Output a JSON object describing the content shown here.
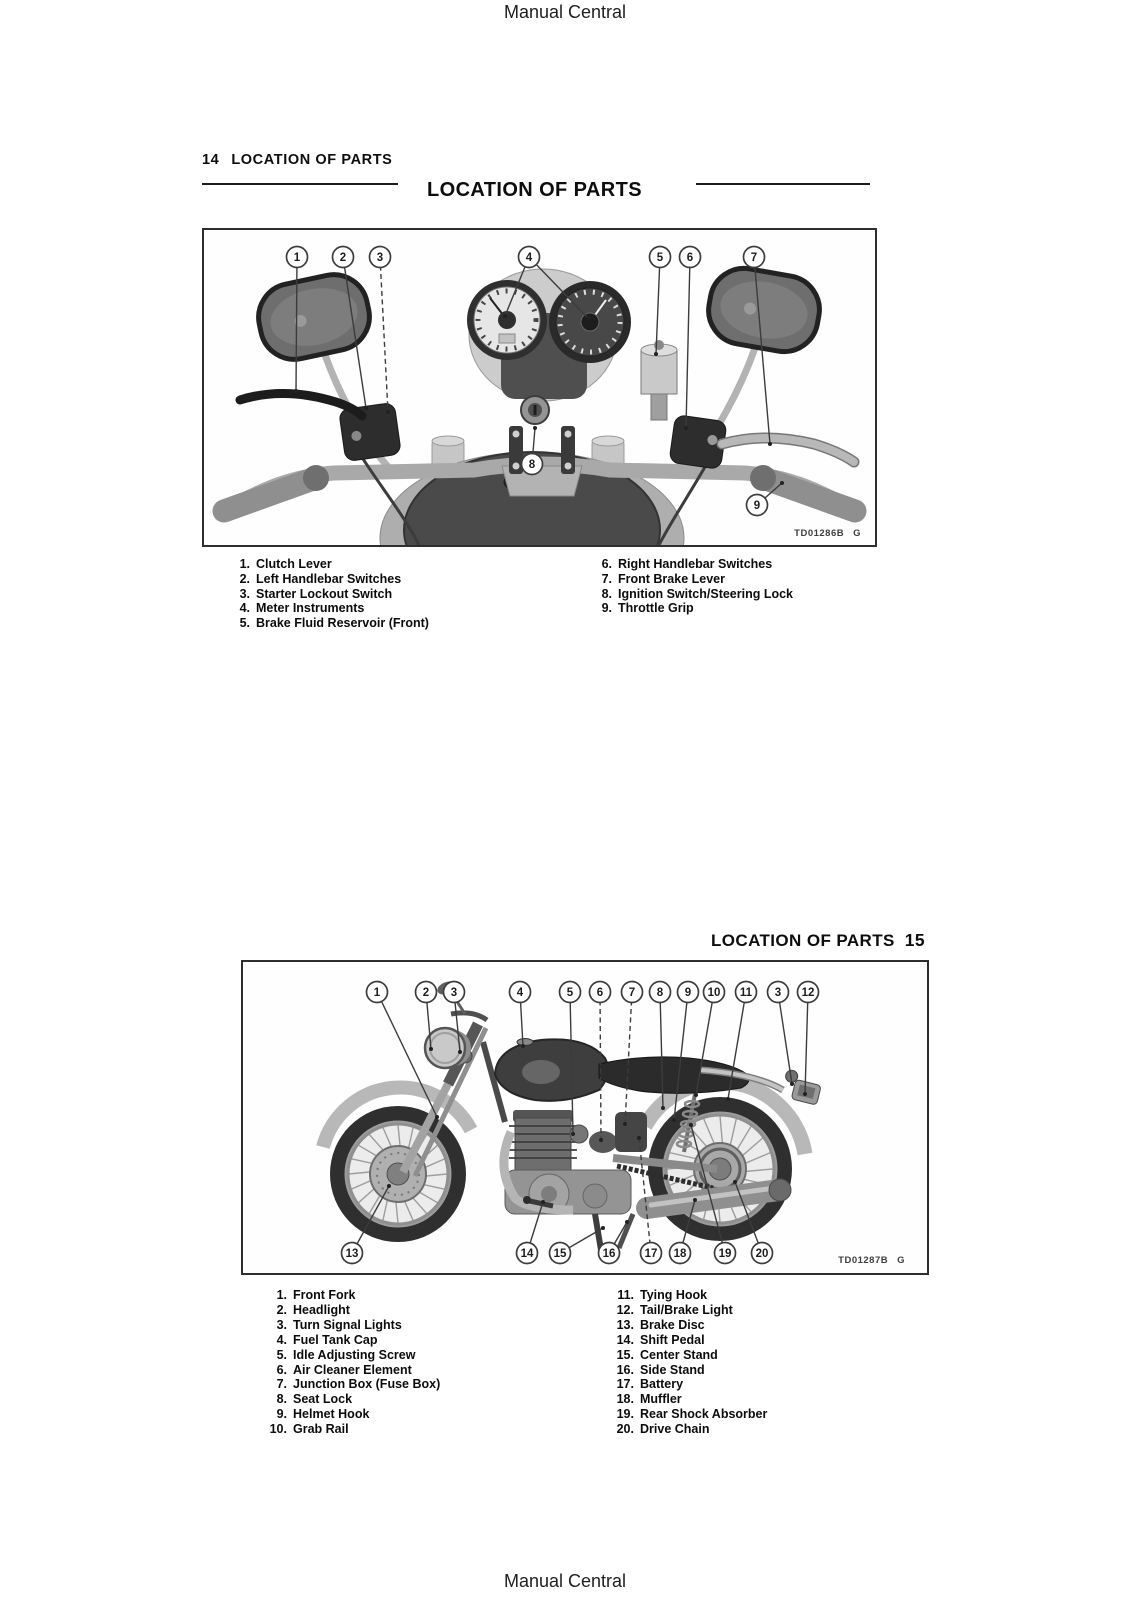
{
  "branding": {
    "header_text": "Manual Central",
    "footer_text": "Manual Central"
  },
  "page14": {
    "page_number": "14",
    "running_header": "LOCATION OF PARTS",
    "section_title": "LOCATION OF PARTS",
    "figure": {
      "code": "TD01286B",
      "code_suffix": "G",
      "callouts": [
        "1",
        "2",
        "3",
        "4",
        "5",
        "6",
        "7",
        "8",
        "9"
      ]
    },
    "parts_left": [
      {
        "num": "1.",
        "label": "Clutch Lever"
      },
      {
        "num": "2.",
        "label": "Left Handlebar Switches"
      },
      {
        "num": "3.",
        "label": "Starter Lockout Switch"
      },
      {
        "num": "4.",
        "label": "Meter Instruments"
      },
      {
        "num": "5.",
        "label": "Brake Fluid Reservoir (Front)"
      }
    ],
    "parts_right": [
      {
        "num": "6.",
        "label": "Right Handlebar Switches"
      },
      {
        "num": "7.",
        "label": "Front Brake Lever"
      },
      {
        "num": "8.",
        "label": "Ignition Switch/Steering Lock"
      },
      {
        "num": "9.",
        "label": "Throttle Grip"
      }
    ]
  },
  "page15": {
    "page_number": "15",
    "running_header": "LOCATION OF PARTS",
    "figure": {
      "code": "TD01287B",
      "code_suffix": "G",
      "callouts_top": [
        "1",
        "2",
        "3",
        "4",
        "5",
        "6",
        "7",
        "8",
        "9",
        "10",
        "11",
        "3",
        "12"
      ],
      "callouts_bottom": [
        "13",
        "14",
        "15",
        "16",
        "17",
        "18",
        "19",
        "20"
      ]
    },
    "parts_left": [
      {
        "num": "1.",
        "label": "Front Fork"
      },
      {
        "num": "2.",
        "label": "Headlight"
      },
      {
        "num": "3.",
        "label": "Turn Signal Lights"
      },
      {
        "num": "4.",
        "label": "Fuel Tank Cap"
      },
      {
        "num": "5.",
        "label": "Idle Adjusting Screw"
      },
      {
        "num": "6.",
        "label": "Air Cleaner Element"
      },
      {
        "num": "7.",
        "label": "Junction Box (Fuse Box)"
      },
      {
        "num": "8.",
        "label": "Seat Lock"
      },
      {
        "num": "9.",
        "label": "Helmet Hook"
      },
      {
        "num": "10.",
        "label": "Grab Rail"
      }
    ],
    "parts_right": [
      {
        "num": "11.",
        "label": "Tying Hook"
      },
      {
        "num": "12.",
        "label": "Tail/Brake Light"
      },
      {
        "num": "13.",
        "label": "Brake Disc"
      },
      {
        "num": "14.",
        "label": "Shift Pedal"
      },
      {
        "num": "15.",
        "label": "Center Stand"
      },
      {
        "num": "16.",
        "label": "Side Stand"
      },
      {
        "num": "17.",
        "label": "Battery"
      },
      {
        "num": "18.",
        "label": "Muffler"
      },
      {
        "num": "19.",
        "label": "Rear Shock Absorber"
      },
      {
        "num": "20.",
        "label": "Drive Chain"
      }
    ]
  }
}
